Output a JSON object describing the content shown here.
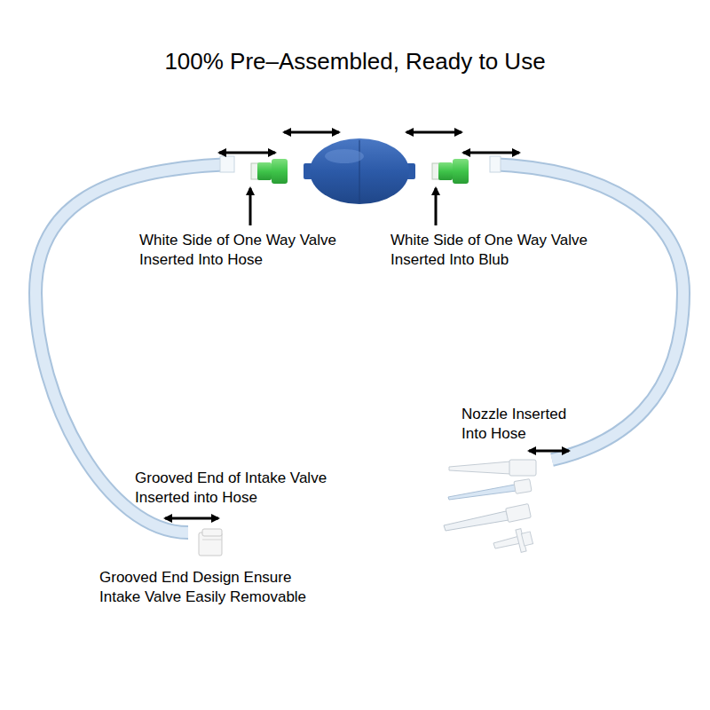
{
  "diagram": {
    "title": "100% Pre–Assembled, Ready to Use",
    "labels": [
      "White Side of One Way Valve Inserted Into Hose",
      "White Side of One Way Valve Inserted Into Blub",
      "Nozzle Inserted Into Hose",
      "Grooved End of Intake Valve Inserted into Hose",
      "Grooved End Design Ensure Intake Valve Easily Removable"
    ]
  }
}
